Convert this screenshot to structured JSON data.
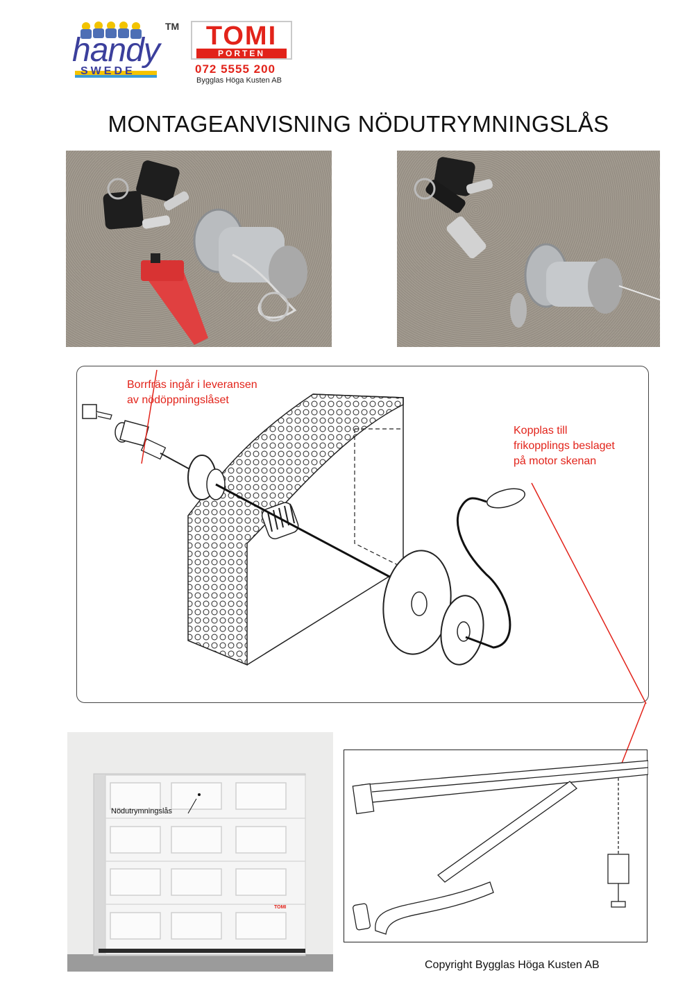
{
  "header": {
    "handy_logo": {
      "word": "handy",
      "sub": "SWEDE",
      "mark": "TM"
    },
    "tomi_logo": {
      "word": "TOMI",
      "sub": "PORTEN",
      "phone": "072 5555 200",
      "company": "Bygglas Höga Kusten AB"
    }
  },
  "title": "MONTAGEANVISNING NÖDUTRYMNINGSLÅS",
  "diagram": {
    "callout_drill": [
      "Borrfräs ingår i leveransen",
      "av nödöppningslåset"
    ],
    "callout_connect": [
      "Kopplas till",
      "frikopplings beslaget",
      "på motor skenan"
    ]
  },
  "door": {
    "label": "Nödutrymningslås",
    "brand": "TOMI"
  },
  "footer": {
    "copyright": "Copyright Bygglas Höga Kusten AB"
  },
  "colors": {
    "accent_red": "#e2231a",
    "handy_blue": "#3b3f9c",
    "handy_yellow": "#f5c400"
  }
}
